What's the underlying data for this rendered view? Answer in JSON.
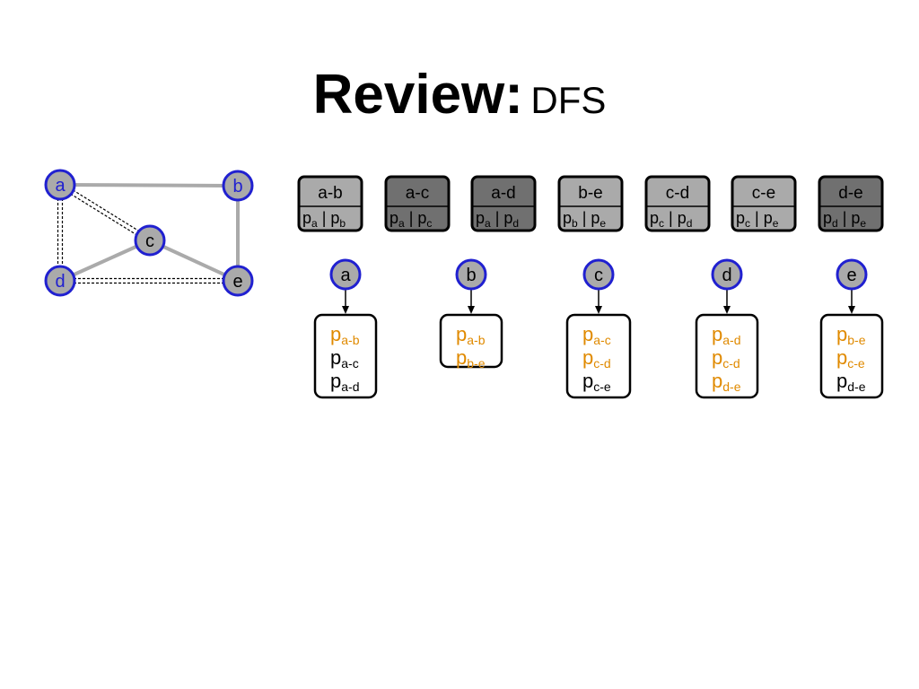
{
  "title": {
    "main": "Review:",
    "sub": "DFS"
  },
  "colors": {
    "node_fill": "#aaaaaa",
    "node_stroke": "#2020d0",
    "edge_gray": "#aaaaaa",
    "edge_dark": "#000000",
    "highlight": "#e08a00",
    "text": "#000000",
    "edge_box_light": "#aaaaaa",
    "edge_box_dark": "#707070"
  },
  "graph": {
    "nodes": [
      {
        "id": "a",
        "label": "a",
        "text_color": "#2020d0"
      },
      {
        "id": "b",
        "label": "b",
        "text_color": "#2020d0"
      },
      {
        "id": "c",
        "label": "c",
        "text_color": "#000000"
      },
      {
        "id": "d",
        "label": "d",
        "text_color": "#2020d0"
      },
      {
        "id": "e",
        "label": "e",
        "text_color": "#000000"
      }
    ],
    "edges": [
      {
        "from": "a",
        "to": "b",
        "style": "solid"
      },
      {
        "from": "b",
        "to": "e",
        "style": "solid"
      },
      {
        "from": "c",
        "to": "e",
        "style": "solid"
      },
      {
        "from": "c",
        "to": "d",
        "style": "solid"
      },
      {
        "from": "a",
        "to": "c",
        "style": "double-dashed"
      },
      {
        "from": "a",
        "to": "d",
        "style": "double-dashed"
      },
      {
        "from": "d",
        "to": "e",
        "style": "double-dashed"
      }
    ]
  },
  "edge_boxes": [
    {
      "label": "a-b",
      "p1": "a",
      "p2": "b",
      "shade": "light"
    },
    {
      "label": "a-c",
      "p1": "a",
      "p2": "c",
      "shade": "dark"
    },
    {
      "label": "a-d",
      "p1": "a",
      "p2": "d",
      "shade": "dark"
    },
    {
      "label": "b-e",
      "p1": "b",
      "p2": "e",
      "shade": "light"
    },
    {
      "label": "c-d",
      "p1": "c",
      "p2": "d",
      "shade": "light"
    },
    {
      "label": "c-e",
      "p1": "c",
      "p2": "e",
      "shade": "light"
    },
    {
      "label": "d-e",
      "p1": "d",
      "p2": "e",
      "shade": "dark"
    }
  ],
  "vertex_lists": [
    {
      "vertex": "a",
      "entries": [
        {
          "sub": "a-b",
          "highlight": true
        },
        {
          "sub": "a-c",
          "highlight": false
        },
        {
          "sub": "a-d",
          "highlight": false
        }
      ]
    },
    {
      "vertex": "b",
      "entries": [
        {
          "sub": "a-b",
          "highlight": true
        },
        {
          "sub": "b-e",
          "highlight": true
        }
      ]
    },
    {
      "vertex": "c",
      "entries": [
        {
          "sub": "a-c",
          "highlight": true
        },
        {
          "sub": "c-d",
          "highlight": true
        },
        {
          "sub": "c-e",
          "highlight": false
        }
      ]
    },
    {
      "vertex": "d",
      "entries": [
        {
          "sub": "a-d",
          "highlight": true
        },
        {
          "sub": "c-d",
          "highlight": true
        },
        {
          "sub": "d-e",
          "highlight": true
        }
      ]
    },
    {
      "vertex": "e",
      "entries": [
        {
          "sub": "b-e",
          "highlight": true
        },
        {
          "sub": "c-e",
          "highlight": true
        },
        {
          "sub": "d-e",
          "highlight": false
        }
      ]
    }
  ],
  "p_letter": "p"
}
